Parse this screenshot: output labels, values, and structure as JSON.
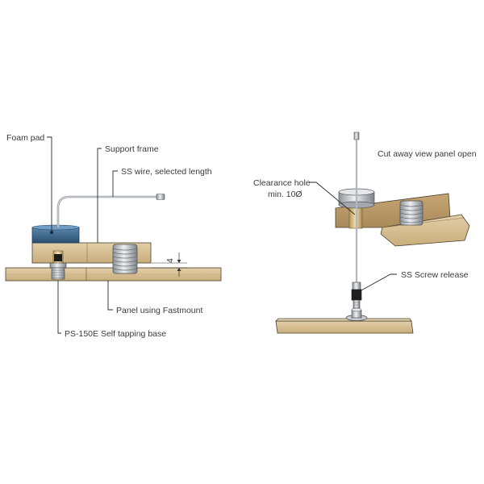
{
  "left_view": {
    "foam_pad_label": "Foam pad",
    "support_frame_label": "Support frame",
    "ss_wire_label": "SS wire, selected length",
    "panel_label": "Panel using Fastmount",
    "base_label": "PS-150E Self tapping base",
    "gap_dimension": "4"
  },
  "right_view": {
    "title": "Cut away view panel open",
    "clearance_hole_label_line1": "Clearance hole",
    "clearance_hole_label_line2": "min. 10Ø",
    "screw_release_label": "SS Screw release"
  },
  "colors": {
    "wood": "#d9c39a",
    "wood_dark": "#b89a68",
    "foam_pad": "#3f6b8f",
    "metal": "#b8bcc2",
    "outline": "#4a4030"
  }
}
